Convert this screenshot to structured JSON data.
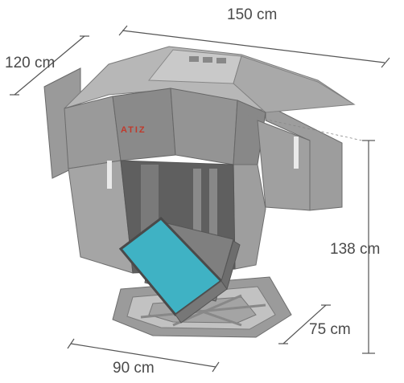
{
  "dimensions": {
    "width": "150 cm",
    "depth_top": "120 cm",
    "height": "138 cm",
    "base_depth": "75 cm",
    "base_width": "90 cm"
  },
  "logo": {
    "text": "ATIZ"
  },
  "colors": {
    "panel_light": "#a9a9a9",
    "panel_mid": "#8d8d8d",
    "panel_dark": "#6f6f6f",
    "glass": "#3fb2c4",
    "logo": "#c0392b",
    "dimension_text": "#4a4a4a"
  }
}
